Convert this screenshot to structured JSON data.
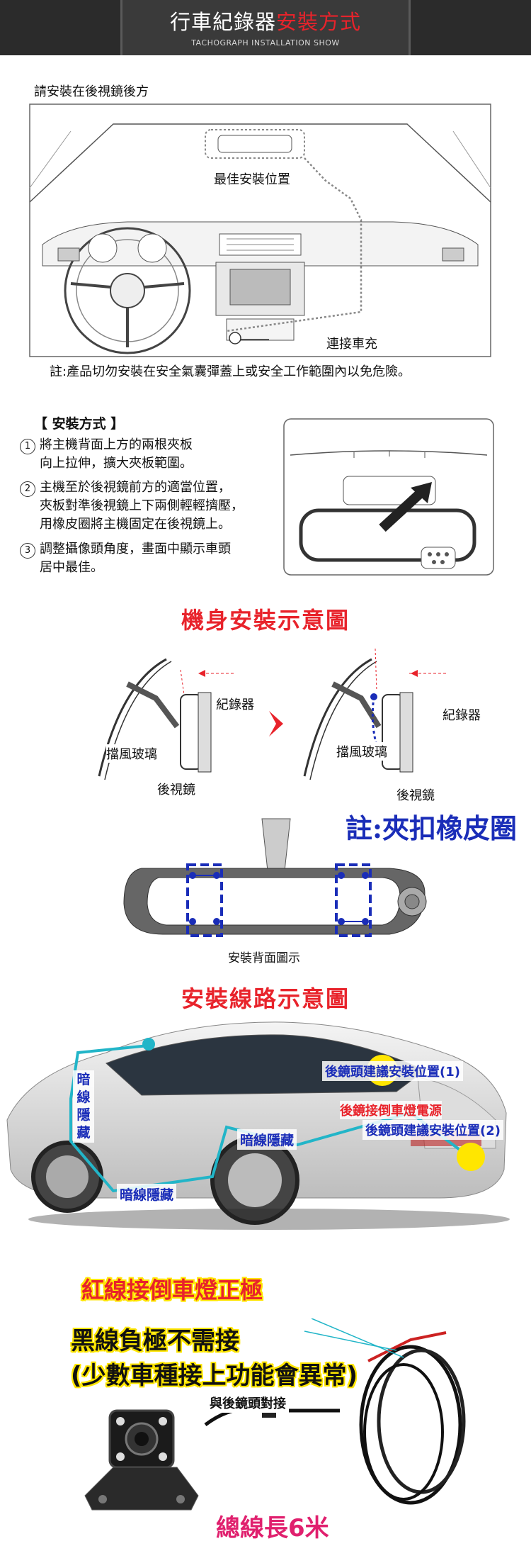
{
  "header": {
    "title_black": "行車紀錄器",
    "title_red": "安裝方式",
    "subtitle": "TACHOGRAPH INSTALLATION SHOW"
  },
  "section_install": {
    "intro": "請安裝在後視鏡後方",
    "best_position": "最佳安裝位置",
    "connect_charger": "連接車充",
    "note": "註:產品切勿安裝在安全氣囊彈蓋上或安全工作範圍內以免危險。"
  },
  "method": {
    "heading": "【 安裝方式 】",
    "steps": [
      {
        "num": "1",
        "line1": "將主機背面上方的兩根夾板",
        "line2": "向上拉伸，擴大夾板範圍。",
        "line3": ""
      },
      {
        "num": "2",
        "line1": "主機至於後視鏡前方的適當位置，",
        "line2": "夾板對準後視鏡上下兩側輕輕擠壓，",
        "line3": "用橡皮圈將主機固定在後視鏡上。"
      },
      {
        "num": "3",
        "line1": "調整攝像頭角度，畫面中顯示車頭",
        "line2": "居中最佳。",
        "line3": ""
      }
    ]
  },
  "body_install": {
    "heading": "機身安裝示意圖",
    "recorder": "紀錄器",
    "windshield": "擋風玻璃",
    "mirror": "後視鏡",
    "note": "註:夾扣橡皮圈",
    "back_view": "安裝背面圖示"
  },
  "wiring": {
    "heading": "安裝線路示意圖",
    "hidden_vertical": [
      "暗",
      "線",
      "隱",
      "藏"
    ],
    "hidden_1": "暗線隱藏",
    "hidden_2": "暗線隱藏",
    "rear_cam_pos1": "後鏡頭建議安裝位置(1)",
    "reverse_power": "後鏡接倒車燈電源",
    "rear_cam_pos2": "後鏡頭建議安裝位置(2)"
  },
  "camera": {
    "red_wire": "紅線接倒車燈正極",
    "black_wire": "黑線負極不需接",
    "black_wire_note": "(少數車種接上功能會異常)",
    "connect_rear": "與後鏡頭對接",
    "total_length": "總線長6米"
  },
  "colors": {
    "accent_red": "#e8232b",
    "accent_blue": "#1a2db8",
    "yellow": "#ffe600",
    "header_bg": "#2b2b2b"
  }
}
